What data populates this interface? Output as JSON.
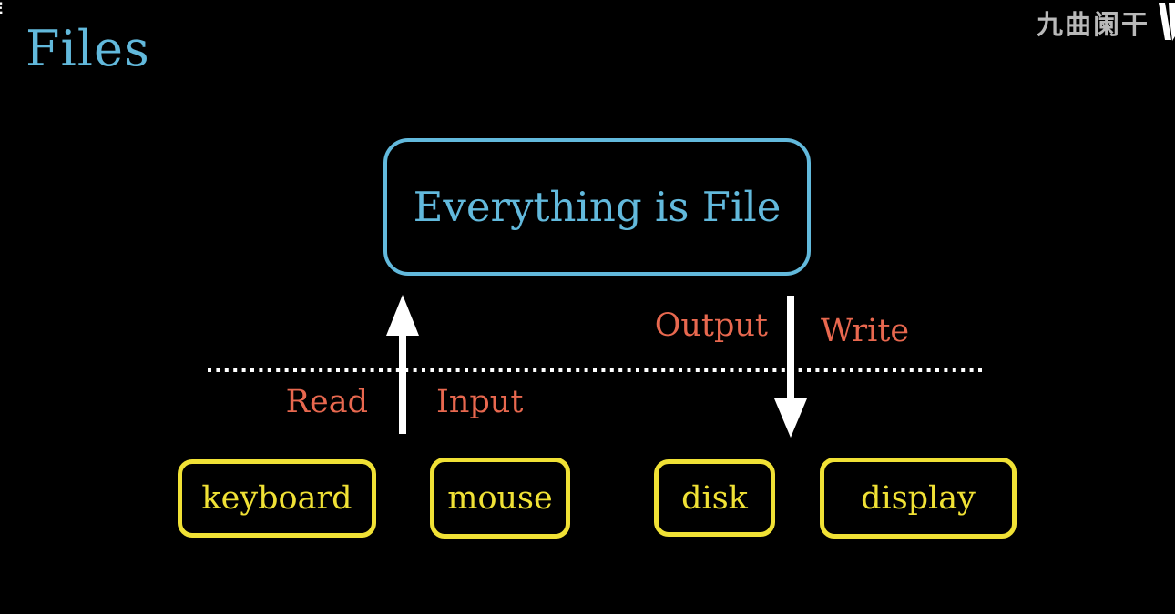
{
  "page": {
    "title": "Files"
  },
  "watermark": {
    "text": "九曲阑干",
    "corner_fragment": "E",
    "logo_icon": "clipped-v-logo"
  },
  "diagram": {
    "main_box": {
      "label": "Everything is File"
    },
    "boundary": {
      "style": "dotted-horizontal-line"
    },
    "arrows": [
      {
        "name": "read-input-arrow",
        "direction": "up"
      },
      {
        "name": "output-write-arrow",
        "direction": "down"
      }
    ],
    "labels": {
      "read": "Read",
      "input": "Input",
      "output": "Output",
      "write": "Write"
    },
    "devices": [
      {
        "label": "keyboard"
      },
      {
        "label": "mouse"
      },
      {
        "label": "disk"
      },
      {
        "label": "display"
      }
    ]
  },
  "colors": {
    "cyan": "#62b9dc",
    "yellow": "#f0e135",
    "red": "#e8684f",
    "gray": "#b9b9b9",
    "white": "#ffffff",
    "background": "#000000"
  }
}
